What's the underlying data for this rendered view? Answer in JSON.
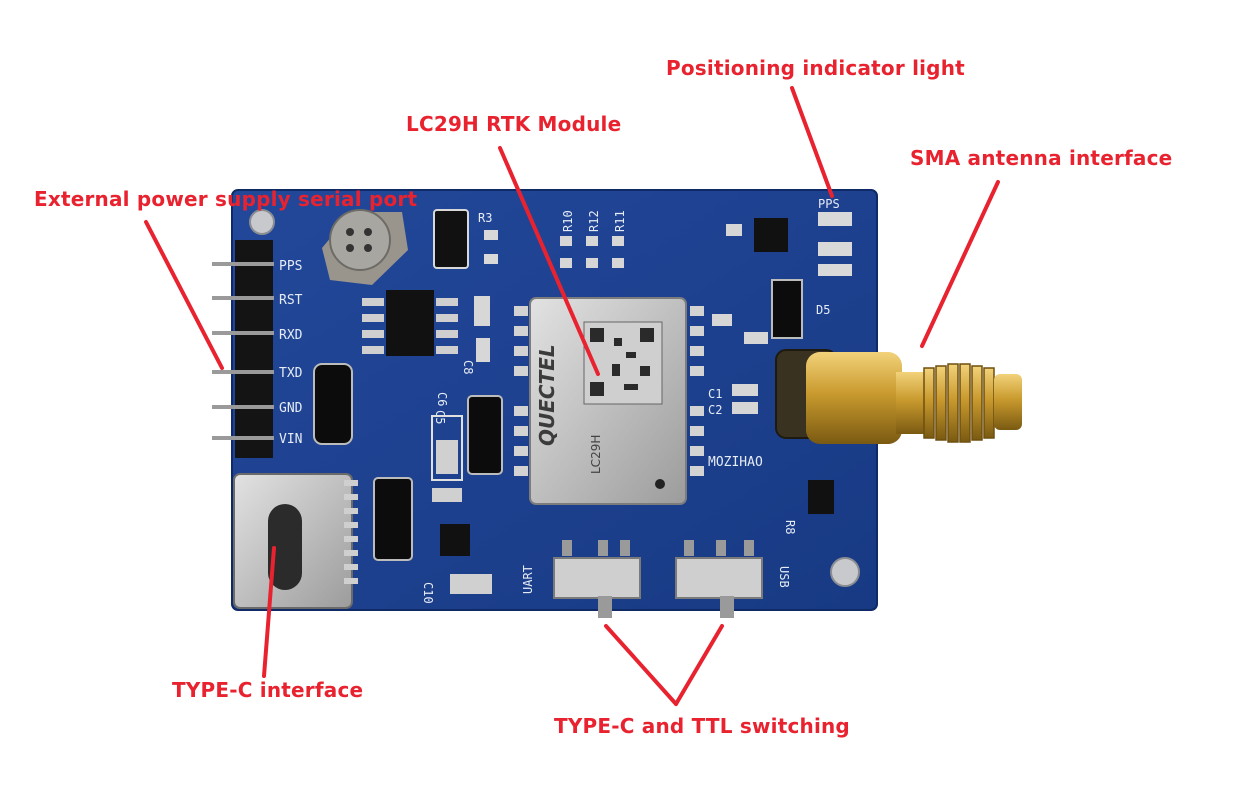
{
  "callouts": {
    "positioning_light": "Positioning indicator light",
    "rtk_module": "LC29H RTK Module",
    "sma_antenna": "SMA antenna interface",
    "ext_power": "External power supply serial port",
    "type_c": "TYPE-C interface",
    "switching": "TYPE-C and TTL switching"
  },
  "board": {
    "pins": [
      "PPS",
      "RST",
      "RXD",
      "TXD",
      "GND",
      "VIN"
    ],
    "module": {
      "brand": "QUECTEL",
      "model": "LC29H"
    },
    "maker": "MOZIHAO",
    "switch_left": "UART",
    "switch_right": "USB",
    "refs": {
      "r3": "R3",
      "r10": "R10",
      "r12": "R12",
      "r11": "R11",
      "pps": "PPS",
      "d5": "D5",
      "c1": "C1",
      "c2": "C2",
      "c5": "C5",
      "c6": "C6",
      "c8": "C8",
      "c10": "C10",
      "r8": "R8"
    }
  },
  "colors": {
    "annotation": "#e8232f",
    "pcb": "#1d3f8f",
    "antenna_gold": "#c99a2e"
  }
}
